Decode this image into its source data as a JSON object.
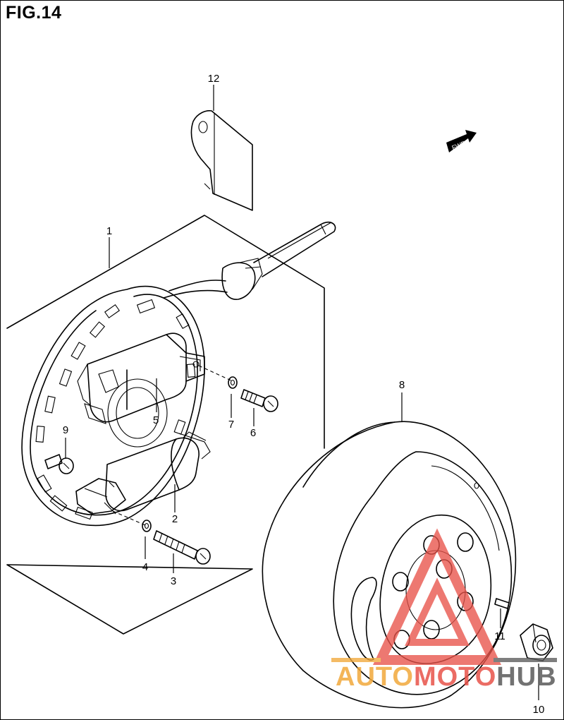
{
  "figure": {
    "title": "FIG.14",
    "direction_label": "FWD"
  },
  "callouts": {
    "c1": "1",
    "c2": "2",
    "c3": "3",
    "c4": "4",
    "c5": "5",
    "c6": "6",
    "c7": "7",
    "c8": "8",
    "c9": "9",
    "c10": "10",
    "c11": "11",
    "c12": "12"
  },
  "watermark": {
    "part1": "AUTO",
    "part2": "MOTO",
    "part3": "HUB",
    "color1": "#f2a93b",
    "color2": "#e8534a",
    "color3": "#5a5a5a"
  },
  "colors": {
    "ink": "#000000",
    "paper": "#ffffff",
    "logo_red": "#e8534a"
  }
}
